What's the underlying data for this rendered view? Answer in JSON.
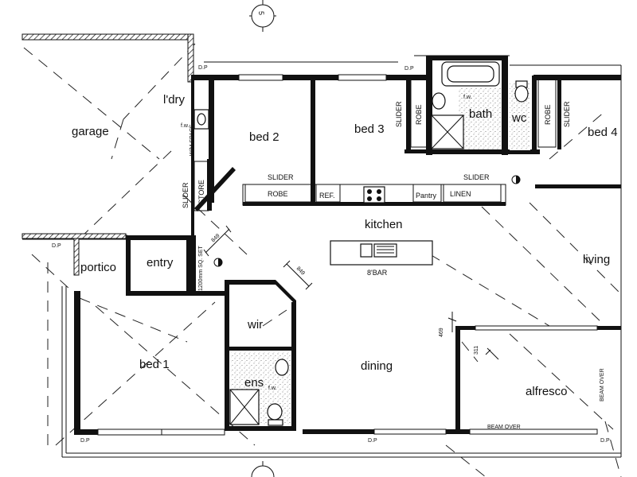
{
  "rooms": {
    "garage": "garage",
    "ldry": "l'dry",
    "bed2": "bed 2",
    "bed3": "bed 3",
    "bath": "bath",
    "wc": "wc",
    "bed4": "bed 4",
    "kitchen": "kitchen",
    "living": "living",
    "portico": "portico",
    "entry": "entry",
    "wir": "wir",
    "bed1": "bed 1",
    "ens": "ens",
    "dining": "dining",
    "alfresco": "alfresco"
  },
  "labels": {
    "north_marker": "5",
    "dp": "D.P",
    "robe": "ROBE",
    "slider": "SLIDER",
    "ref": "REF.",
    "pantry": "Pantry",
    "linen": "LINEN",
    "store": "STORE",
    "wm_space": "W/M SPACE",
    "fw": "f.w.",
    "bar": "8'BAR",
    "sq_set": "1200mm SQ. SET",
    "dim_849": "849",
    "dim_469": "469",
    "dim_311": "311",
    "beam_over": "BEAM OVER"
  }
}
